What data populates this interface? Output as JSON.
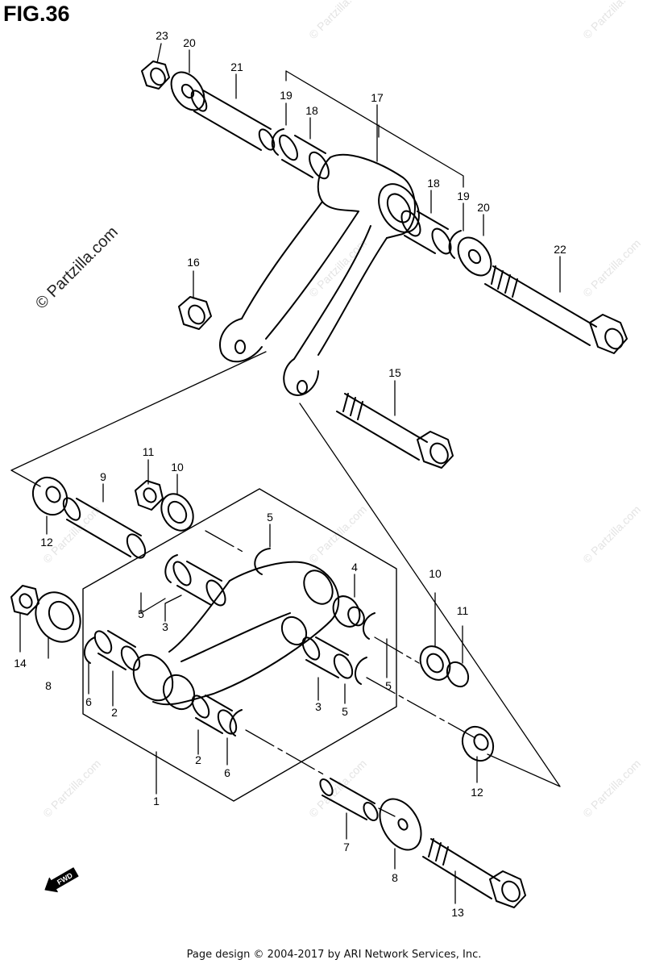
{
  "figure_label": "FIG.36",
  "side_watermark": "© Partzilla.com",
  "watermark_text": "© Partzilla.com",
  "footer": "Page design © 2004-2017 by ARI Network Services, Inc.",
  "fwd_label": "FWD",
  "icons": {
    "fwd_arrow": "fwd-arrow-icon"
  },
  "callouts": [
    {
      "label": "23"
    },
    {
      "label": "20"
    },
    {
      "label": "21"
    },
    {
      "label": "19"
    },
    {
      "label": "18"
    },
    {
      "label": "17"
    },
    {
      "label": "18"
    },
    {
      "label": "19"
    },
    {
      "label": "20"
    },
    {
      "label": "22"
    },
    {
      "label": "16"
    },
    {
      "label": "15"
    },
    {
      "label": "11"
    },
    {
      "label": "10"
    },
    {
      "label": "9"
    },
    {
      "label": "12"
    },
    {
      "label": "5"
    },
    {
      "label": "4"
    },
    {
      "label": "5"
    },
    {
      "label": "3"
    },
    {
      "label": "14"
    },
    {
      "label": "8"
    },
    {
      "label": "6"
    },
    {
      "label": "2"
    },
    {
      "label": "5"
    },
    {
      "label": "3"
    },
    {
      "label": "5"
    },
    {
      "label": "10"
    },
    {
      "label": "11"
    },
    {
      "label": "2"
    },
    {
      "label": "6"
    },
    {
      "label": "1"
    },
    {
      "label": "12"
    },
    {
      "label": "7"
    },
    {
      "label": "8"
    },
    {
      "label": "13"
    }
  ]
}
